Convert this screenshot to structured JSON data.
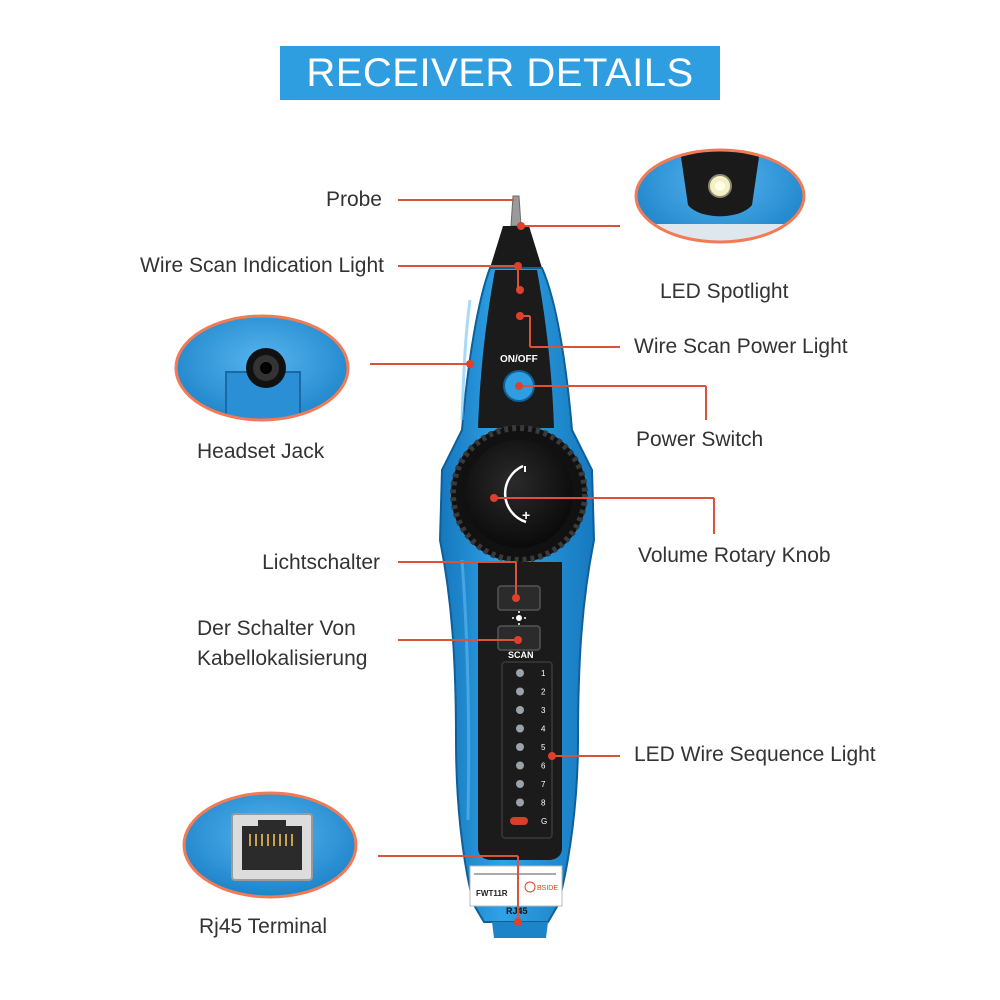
{
  "title": "RECEIVER DETAILS",
  "colors": {
    "banner": "#2f9ee0",
    "callout_line": "#d9533a",
    "callout_dot": "#e0402a",
    "body_blue": "#1f8fd6",
    "panel_black": "#1b1b1b",
    "lens_ring": "#f27a55"
  },
  "labels": {
    "probe": "Probe",
    "wire_scan_indication_light": "Wire Scan Indication Light",
    "headset_jack": "Headset Jack",
    "lichtschalter": "Lichtschalter",
    "der_schalter": "Der Schalter Von\nKabellokalisierung",
    "rj45_terminal": "Rj45 Terminal",
    "led_spotlight": "LED Spotlight",
    "wire_scan_power_light": "Wire Scan Power Light",
    "power_switch": "Power Switch",
    "volume_rotary_knob": "Volume Rotary Knob",
    "led_wire_sequence_light": "LED Wire Sequence Light"
  },
  "device": {
    "on_off": "ON/OFF",
    "scan": "SCAN",
    "rj45_mark": "RJ45",
    "model": "FWT11R",
    "brand": "BSIDE",
    "led_numbers": [
      "1",
      "2",
      "3",
      "4",
      "5",
      "6",
      "7",
      "8",
      "G"
    ]
  },
  "icons": {
    "light_button": "sun-icon",
    "knob_mark": "volume-arc-icon"
  }
}
